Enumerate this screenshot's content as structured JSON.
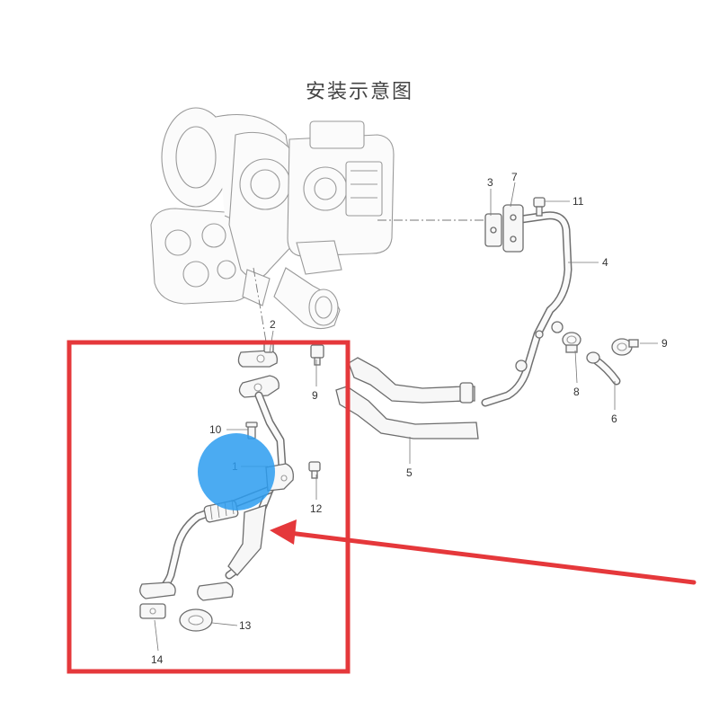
{
  "title": "安装示意图",
  "callouts": {
    "c1": "1",
    "c2": "2",
    "c3": "3",
    "c4": "4",
    "c5": "5",
    "c6": "6",
    "c7": "7",
    "c8": "8",
    "c9a": "9",
    "c9b": "9",
    "c10": "10",
    "c11": "11",
    "c12": "12",
    "c13": "13",
    "c14": "14"
  },
  "colors": {
    "highlight_frame": "#e5383b",
    "pointer_arrow": "#e5383b",
    "marker_circle": "#2b9cf0"
  },
  "highlighted_callout": "1"
}
